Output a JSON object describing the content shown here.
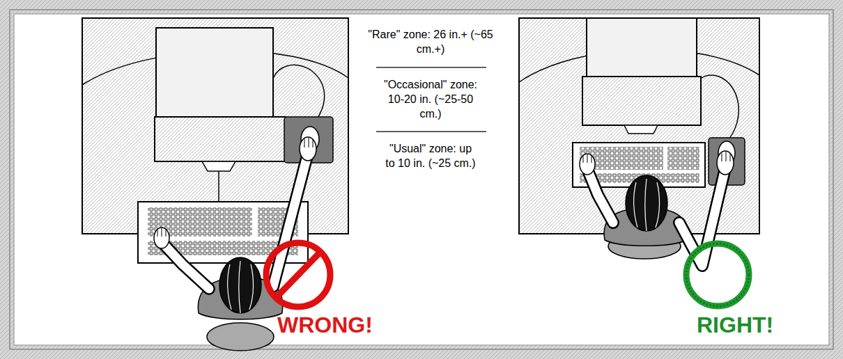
{
  "diagram": {
    "labels": [
      "\"Rare\" zone: 26 in.+ (~65 cm.+)",
      "\"Occasional\" zone: 10-20 in. (~25-50 cm.)",
      "\"Usual\" zone: up to 10 in. (~25 cm.)",
      "WRONG!",
      "RIGHT!"
    ]
  }
}
